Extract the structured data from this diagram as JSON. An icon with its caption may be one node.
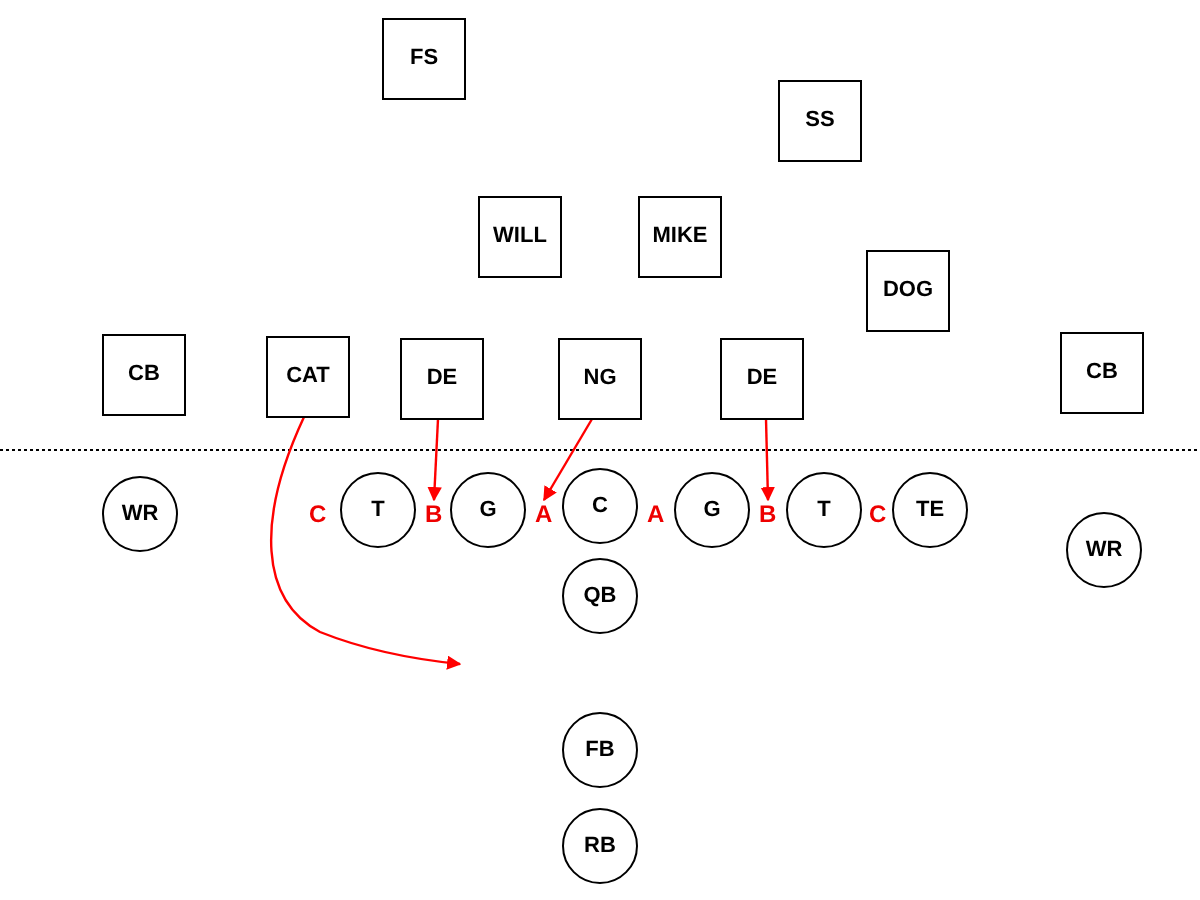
{
  "diagram": {
    "nodes": [
      {
        "text": [
          "FS"
        ]
      },
      {
        "text": [
          "SS"
        ]
      },
      {
        "text": [
          "WILL"
        ]
      },
      {
        "text": [
          "MIKE"
        ]
      },
      {
        "text": [
          "DOG"
        ]
      },
      {
        "text": [
          "CB"
        ]
      },
      {
        "text": [
          "CAT"
        ]
      },
      {
        "text": [
          "DE"
        ]
      },
      {
        "text": [
          "NG"
        ]
      },
      {
        "text": [
          "DE"
        ]
      },
      {
        "text": [
          "CB"
        ]
      },
      {
        "text": [
          "WR"
        ]
      },
      {
        "text": [
          "C"
        ]
      },
      {
        "text": [
          "T"
        ]
      },
      {
        "text": [
          "B"
        ]
      },
      {
        "text": [
          "G"
        ]
      },
      {
        "text": [
          "A"
        ]
      },
      {
        "text": [
          "C"
        ]
      },
      {
        "text": [
          "A"
        ]
      },
      {
        "text": [
          "G"
        ]
      },
      {
        "text": [
          "B"
        ]
      },
      {
        "text": [
          "T"
        ]
      },
      {
        "text": [
          "C"
        ]
      },
      {
        "text": [
          "TE"
        ]
      },
      {
        "text": [
          "WR"
        ]
      },
      {
        "text": [
          "QB"
        ]
      },
      {
        "text": [
          "FB"
        ]
      },
      {
        "text": [
          "RB"
        ]
      }
    ],
    "edges": [
      {
        "from": 6,
        "to": null,
        "arrow": "to",
        "color": "#ff0000"
      },
      {
        "from": 7,
        "to": 14,
        "arrow": "to",
        "color": "#ff0000"
      },
      {
        "from": 8,
        "to": 16,
        "arrow": "to",
        "color": "#ff0000"
      },
      {
        "from": 9,
        "to": 20,
        "arrow": "to",
        "color": "#ff0000"
      }
    ]
  }
}
